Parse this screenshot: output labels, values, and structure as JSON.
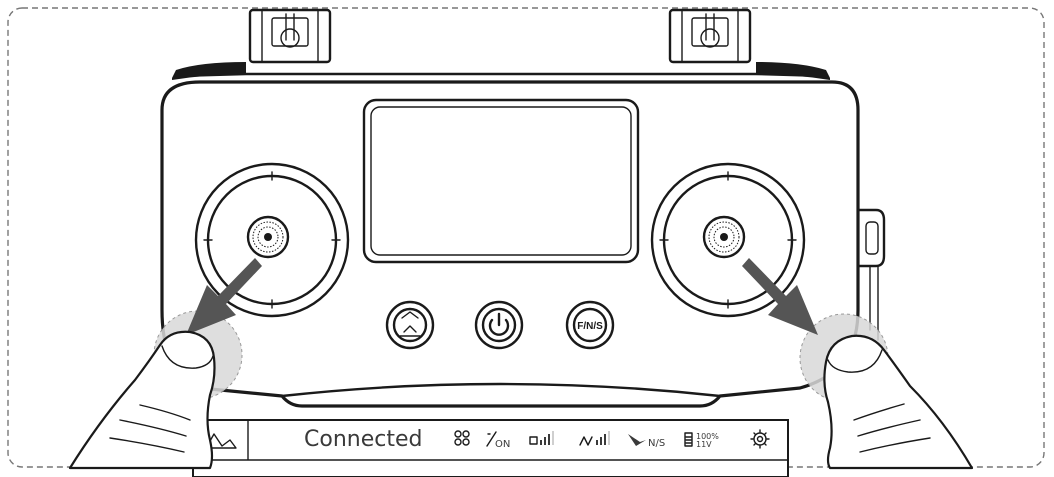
{
  "status_bar": {
    "connection_text": "Connected",
    "gimbal_text": "ON",
    "gps_text": "N/S",
    "battery_percent": "100%",
    "battery_voltage": "11V"
  },
  "buttons": {
    "left_icon": "takeoff-landing-icon",
    "center_icon": "power-icon",
    "right_label": "F/N/S"
  },
  "icons": [
    "home-point-icon",
    "drone-icon",
    "gimbal-icon",
    "video-signal-icon",
    "remote-signal-icon",
    "satellite-icon",
    "battery-icon",
    "settings-gear-icon"
  ],
  "colors": {
    "line": "#1a1a1a",
    "arrow": "#555555",
    "highlight": "#d9d9d9"
  }
}
